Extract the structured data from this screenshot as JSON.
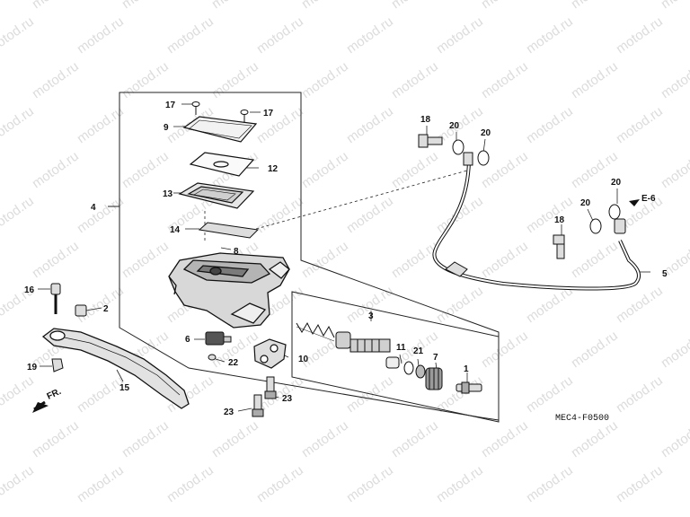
{
  "watermark": "motod.ru",
  "diagram_code": "MEC4-F0500",
  "ref": {
    "e6": "E-6",
    "fr": "FR."
  },
  "labels": {
    "n1": "1",
    "n2": "2",
    "n3": "3",
    "n4": "4",
    "n5": "5",
    "n6": "6",
    "n7": "7",
    "n8": "8",
    "n9": "9",
    "n10": "10",
    "n11": "11",
    "n12": "12",
    "n13": "13",
    "n14": "14",
    "n15": "15",
    "n16": "16",
    "n17a": "17",
    "n17b": "17",
    "n18a": "18",
    "n18b": "18",
    "n19": "19",
    "n20a": "20",
    "n20b": "20",
    "n20c": "20",
    "n20d": "20",
    "n21": "21",
    "n22": "22",
    "n23a": "23",
    "n23b": "23"
  }
}
